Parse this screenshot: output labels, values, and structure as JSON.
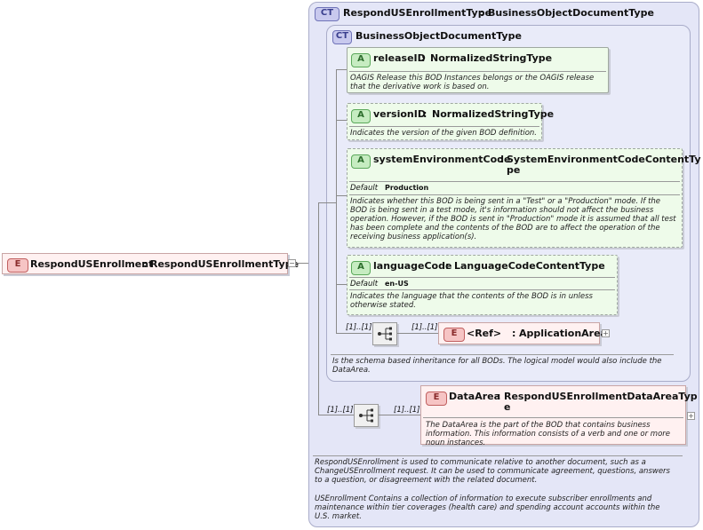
{
  "root": {
    "badge": "E",
    "name": "RespondUSEnrollment",
    "type": "RespondUSEnrollmentType"
  },
  "outer_type": {
    "badge": "CT",
    "name": "RespondUSEnrollmentType",
    "base": "BusinessObjectDocumentType",
    "doc": "RespondUSEnrollment is used to communicate relative to another document, such as a ChangeUSEnrollment request. It can be used to communicate agreement, questions, answers to a question, or disagreement with the related document.",
    "doc2": "USEnrollment  Contains a collection of information to execute subscriber enrollments and maintenance within tier coverages (health care) and spending account accounts within the U.S. market."
  },
  "inner_type": {
    "badge": "CT",
    "name": "BusinessObjectDocumentType",
    "doc": "Is the schema based inheritance for all BODs. The logical model would also include the DataArea."
  },
  "separator": ":",
  "default_label": "Default",
  "attributes": [
    {
      "badge": "A",
      "name": "releaseID",
      "type": "NormalizedStringType",
      "doc": "OAGIS Release this BOD Instances belongs or the OAGIS release that the derivative work is based on."
    },
    {
      "badge": "A",
      "name": "versionID",
      "type": "NormalizedStringType",
      "doc": "Indicates the version of the given BOD definition."
    },
    {
      "badge": "A",
      "name": "systemEnvironmentCode",
      "type_line1": "SystemEnvironmentCodeContentTy",
      "type_line2": "pe",
      "default": "Production",
      "doc": "Indicates whether this BOD is being sent in a \"Test\" or a \"Production\" mode. If the BOD is being sent in a test mode, it's information should not affect the business operation. However, if the BOD is sent in \"Production\" mode it is assumed that all test has been complete and the contents of the BOD are to affect the operation of the receiving business application(s)."
    },
    {
      "badge": "A",
      "name": "languageCode",
      "type": "LanguageCodeContentType",
      "default": "en-US",
      "doc": "Indicates the language that the contents of the BOD is in unless otherwise stated."
    }
  ],
  "ref_element": {
    "badge": "E",
    "name": "<Ref>",
    "type": "ApplicationArea",
    "card_seq": "[1]..[1]",
    "card_elem": "[1]..[1]"
  },
  "data_area": {
    "badge": "E",
    "name": "DataArea",
    "type_line1": "RespondUSEnrollmentDataAreaTyp",
    "type_line2": "e",
    "card_seq": "[1]..[1]",
    "card_elem": "[1]..[1]",
    "doc": "The DataArea is the part of the BOD that contains business information. This information consists of a verb and one or more noun instances."
  },
  "icons": {
    "expand": "plus-icon",
    "collapse": "minus-icon",
    "sequence": "sequence-icon"
  },
  "colors": {
    "complex_type_bg": "#e4e6f7",
    "attribute_bg": "#eefbea",
    "element_bg": "#fff1f1"
  }
}
